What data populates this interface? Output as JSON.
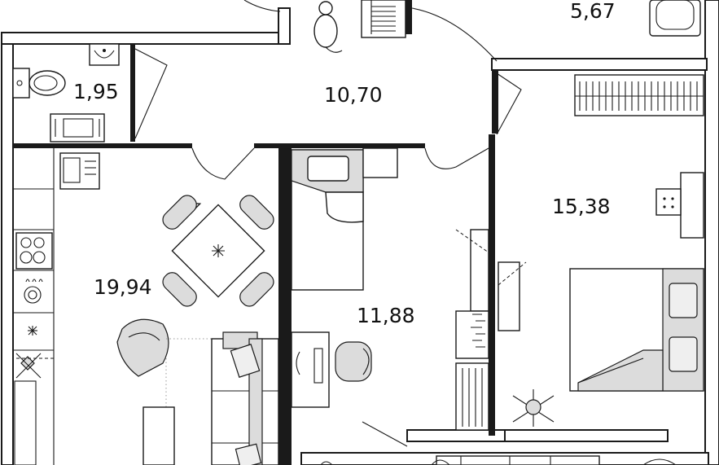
{
  "colors": {
    "wall": "#1a1a1a",
    "furniture_fill": "#dcdcdc",
    "background": "#ffffff"
  },
  "rooms": [
    {
      "id": "bathroom",
      "area": "5,67"
    },
    {
      "id": "toilet",
      "area": "1,95"
    },
    {
      "id": "hallway",
      "area": "10,70"
    },
    {
      "id": "bedroom",
      "area": "15,38"
    },
    {
      "id": "kitchen-living",
      "area": "19,94"
    },
    {
      "id": "children-room",
      "area": "11,88"
    }
  ],
  "icons": [
    "toilet-icon",
    "sink-icon",
    "bathtub-icon",
    "stove-icon",
    "bed-icon",
    "plant-icon",
    "dining-table-icon",
    "armchair-icon",
    "sofa-icon",
    "desk-chair-icon",
    "wardrobe-icon",
    "radiator-icon"
  ]
}
